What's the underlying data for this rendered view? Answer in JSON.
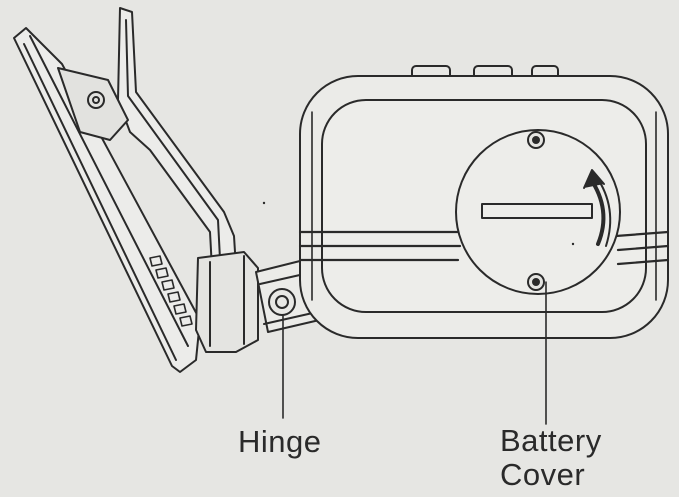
{
  "labels": {
    "hinge": "Hinge",
    "battery_line1": "Battery",
    "battery_line2": "Cover"
  },
  "colors": {
    "paper": "#e6e6e3",
    "ink": "#2a2a2a",
    "fill": "#e9e9e6"
  },
  "icons": {
    "rotation_arrow": "curved-arrow-icon"
  }
}
